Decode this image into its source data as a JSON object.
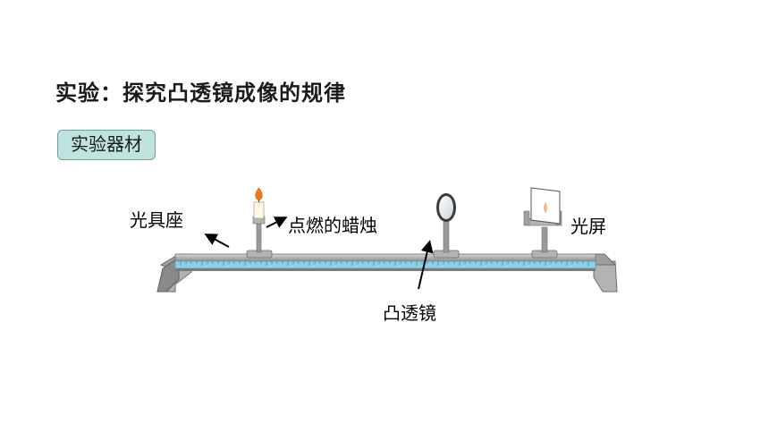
{
  "title": "实验：探究凸透镜成像的规律",
  "section_tag": "实验器材",
  "labels": {
    "bench": "光具座",
    "candle": "点燃的蜡烛",
    "lens": "凸透镜",
    "screen": "光屏"
  },
  "colors": {
    "tag_fill": "#bfe3df",
    "ruler": "#8ed0e6",
    "frame": "#a6a6a6",
    "flame": "#f07a1a"
  }
}
